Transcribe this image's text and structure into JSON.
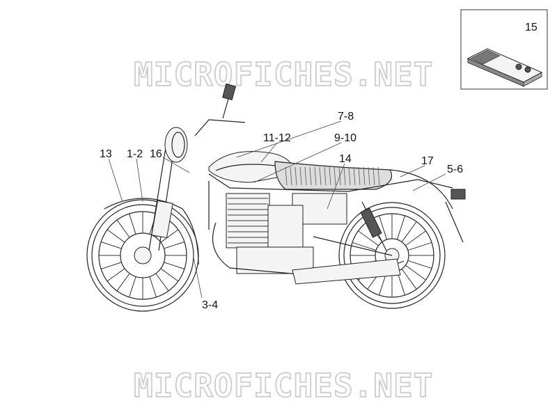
{
  "watermark": "MICROFICHES.NET",
  "inset": {
    "label": "15"
  },
  "callouts": [
    {
      "id": "c78",
      "text": "7-8"
    },
    {
      "id": "c1112",
      "text": "11-12"
    },
    {
      "id": "c910",
      "text": "9-10"
    },
    {
      "id": "c13",
      "text": "13"
    },
    {
      "id": "c12",
      "text": "1-2"
    },
    {
      "id": "c16",
      "text": "16"
    },
    {
      "id": "c14",
      "text": "14"
    },
    {
      "id": "c17",
      "text": "17"
    },
    {
      "id": "c56",
      "text": "5-6"
    },
    {
      "id": "c34",
      "text": "3-4"
    }
  ]
}
